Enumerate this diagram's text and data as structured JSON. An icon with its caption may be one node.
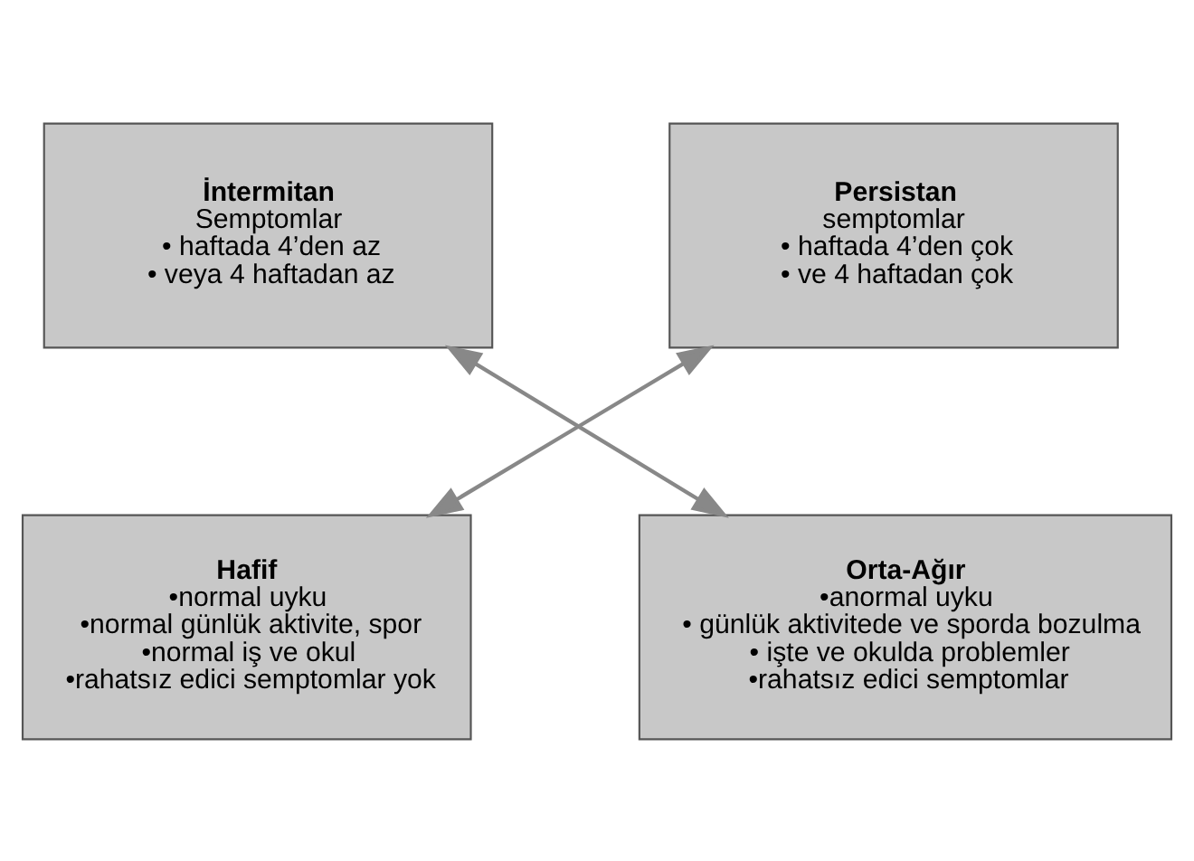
{
  "diagram": {
    "nodes": [
      {
        "text": [
          "İntermitan",
          "Semptomlar",
          "• haftada 4’den az",
          "• veya 4 haftadan az"
        ]
      },
      {
        "text": [
          "Persistan",
          "semptomlar",
          "• haftada 4’den çok",
          "• ve 4 haftadan çok"
        ]
      },
      {
        "text": [
          "Hafif",
          "•normal uyku",
          "•normal günlük aktivite, spor",
          "•normal iş ve okul",
          "•rahatsız edici semptomlar yok"
        ]
      },
      {
        "text": [
          "Orta-Ağır",
          "•anormal uyku",
          "• günlük aktivitede ve sporda bozulma",
          "• işte ve okulda problemler",
          "•rahatsız edici semptomlar"
        ]
      }
    ],
    "edges": [
      {
        "from": 0,
        "to": 3,
        "arrow": "both"
      },
      {
        "from": 1,
        "to": 2,
        "arrow": "both"
      }
    ]
  }
}
